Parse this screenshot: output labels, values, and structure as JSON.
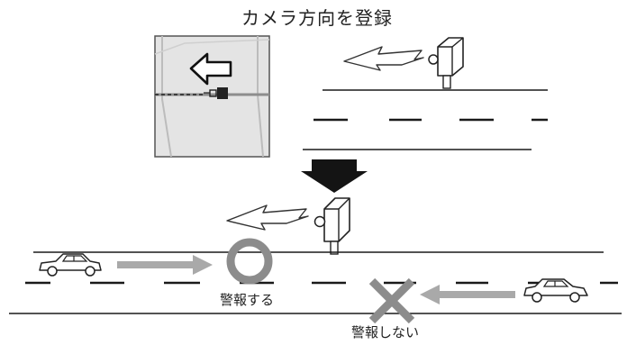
{
  "title": "カメラ方向を登録",
  "labels": {
    "warn": "警報する",
    "no_warn": "警報しない"
  },
  "colors": {
    "line": "#1a1a1a",
    "map_bg": "#e6e6e6",
    "map_road": "#bdbdbd",
    "arrow_gray": "#a9a9a9",
    "mark_gray": "#8c8c8c"
  },
  "icons": {
    "camera": "camera-icon",
    "car": "car-icon",
    "circle": "circle-mark-icon",
    "cross": "cross-mark-icon",
    "down_arrow": "down-arrow-icon"
  }
}
